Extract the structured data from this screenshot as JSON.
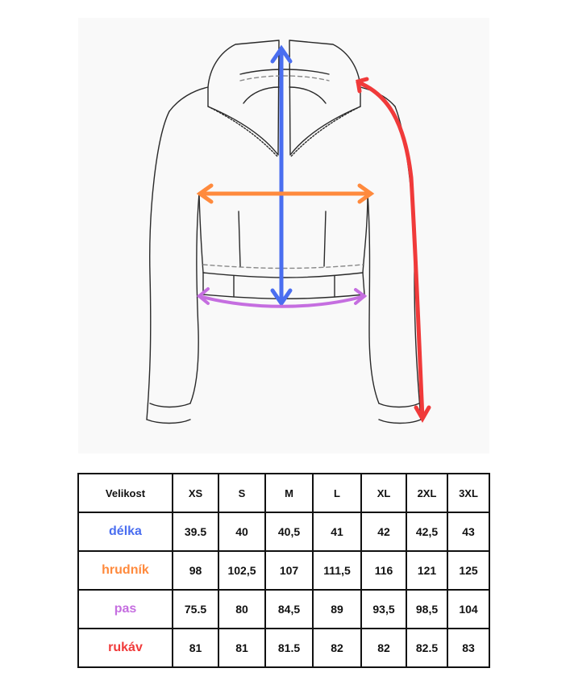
{
  "colors": {
    "length": "#4a6ef0",
    "chest": "#ff8a3d",
    "waist": "#c56ee0",
    "sleeve": "#f03a3a",
    "outline": "#2a2a2a"
  },
  "table": {
    "header": [
      "Velikost",
      "XS",
      "S",
      "M",
      "L",
      "XL",
      "2XL",
      "3XL"
    ],
    "rows": [
      {
        "label": "délka",
        "color": "#4a6ef0",
        "values": [
          "39.5",
          "40",
          "40,5",
          "41",
          "42",
          "42,5",
          "43"
        ]
      },
      {
        "label": "hrudník",
        "color": "#ff8a3d",
        "values": [
          "98",
          "102,5",
          "107",
          "111,5",
          "116",
          "121",
          "125"
        ]
      },
      {
        "label": "pas",
        "color": "#c56ee0",
        "values": [
          "75.5",
          "80",
          "84,5",
          "89",
          "93,5",
          "98,5",
          "104"
        ]
      },
      {
        "label": "rukáv",
        "color": "#f03a3a",
        "values": [
          "81",
          "81",
          "81.5",
          "82",
          "82",
          "82.5",
          "83"
        ]
      }
    ]
  }
}
